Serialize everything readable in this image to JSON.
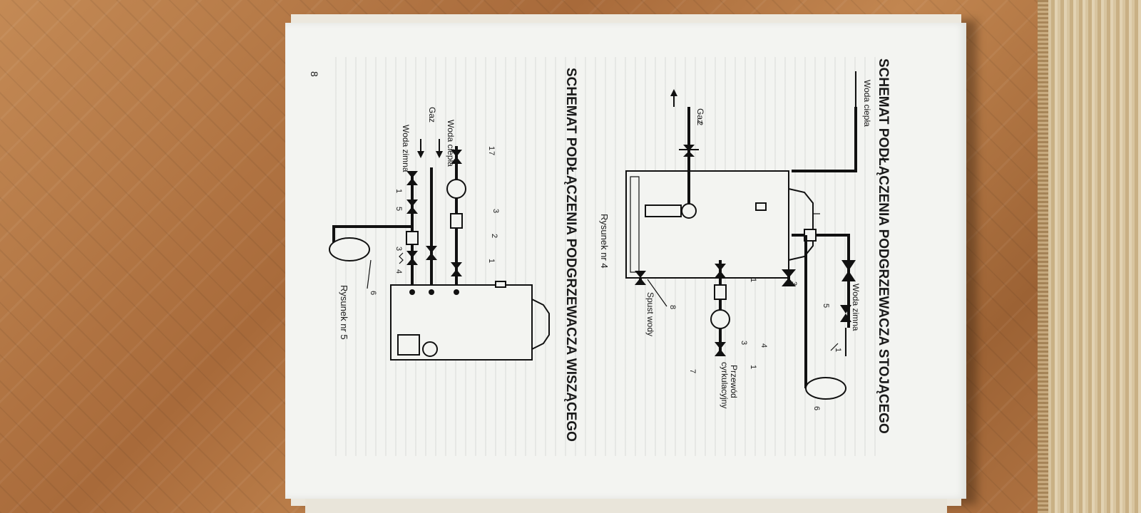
{
  "page": {
    "title_top": "SCHEMAT PODŁĄCZENIA PODGRZEWACZA STOJĄCEGO",
    "title_bottom": "SCHEMAT PODŁĄCZENIA PODGRZEWACZA WISZĄCEGO",
    "page_number": "8"
  },
  "figure4": {
    "caption": "Rysunek nr 4",
    "labels": {
      "woda_zimna": "Woda zimna",
      "woda_ciepla": "Woda ciepła",
      "gaz": "Gaz",
      "spust_wody": "Spust wody",
      "przewod": "Przewód",
      "cyrkulacyjny": "cyrkulacyjny"
    },
    "numbers": [
      "1",
      "1",
      "1",
      "2",
      "3",
      "3",
      "4",
      "5",
      "6",
      "7",
      "8"
    ]
  },
  "figure5": {
    "caption": "Rysunek nr 5",
    "labels": {
      "woda_ciepla": "Woda ciepła",
      "gaz": "Gaz",
      "woda_zimna": "Woda zimna"
    },
    "numbers": [
      "1",
      "1",
      "1",
      "2",
      "3",
      "3",
      "4",
      "5",
      "6",
      "7"
    ]
  },
  "colors": {
    "paper": "#f3f4f1",
    "ink": "#111111",
    "floor": "#b97a47"
  }
}
